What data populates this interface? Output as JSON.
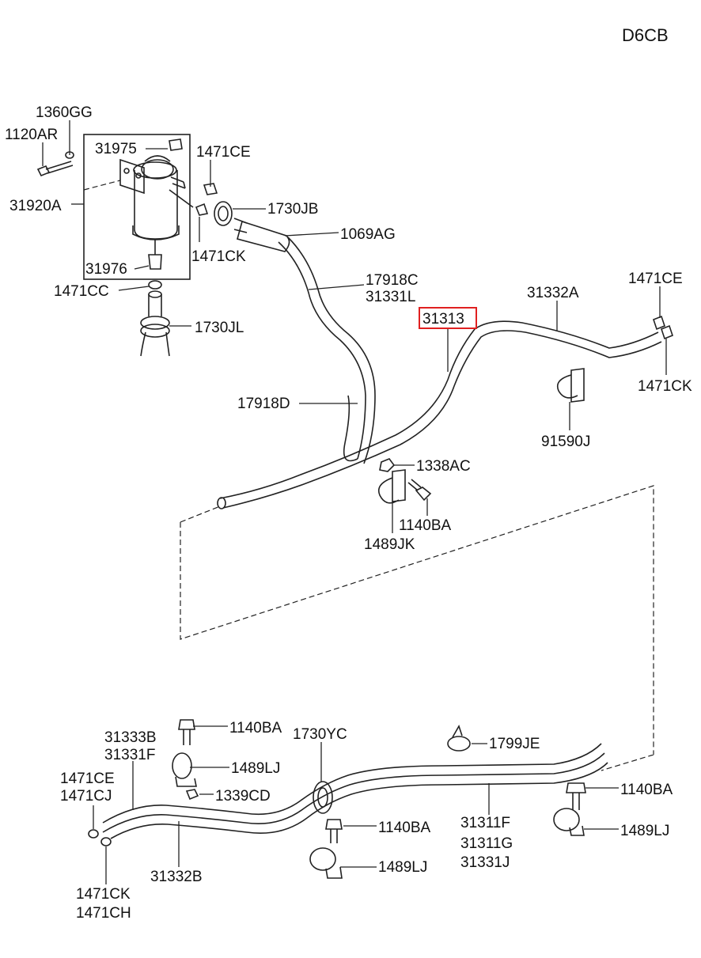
{
  "diagram": {
    "code": "D6CB",
    "highlighted": "31313",
    "labels": {
      "l1360gg": "1360GG",
      "l1120ar": "1120AR",
      "l31975": "31975",
      "l31920a": "31920A",
      "l31976": "31976",
      "l1471cc": "1471CC",
      "l1730jl": "1730JL",
      "l1471ce_a": "1471CE",
      "l1730jb": "1730JB",
      "l1069ag": "1069AG",
      "l1471ck_a": "1471CK",
      "l17918c": "17918C",
      "l31331l": "31331L",
      "l31313": "31313",
      "l31332a": "31332A",
      "l1471ce_b": "1471CE",
      "l1471ck_b": "1471CK",
      "l17918d": "17918D",
      "l91590j": "91590J",
      "l1338ac": "1338AC",
      "l1140ba_a": "1140BA",
      "l1489jk": "1489JK",
      "l31333b": "31333B",
      "l31331f": "31331F",
      "l1140ba_b": "1140BA",
      "l1730yc": "1730YC",
      "l1799je": "1799JE",
      "l1489lj_a": "1489LJ",
      "l1339cd": "1339CD",
      "l1471ce_c": "1471CE",
      "l1471cj": "1471CJ",
      "l1140ba_c": "1140BA",
      "l1140ba_d": "1140BA",
      "l1489lj_b": "1489LJ",
      "l31311f": "31311F",
      "l31311g": "31311G",
      "l31331j": "31331J",
      "l1489lj_c": "1489LJ",
      "l31332b": "31332B",
      "l1471ck_c": "1471CK",
      "l1471ch": "1471CH"
    }
  }
}
